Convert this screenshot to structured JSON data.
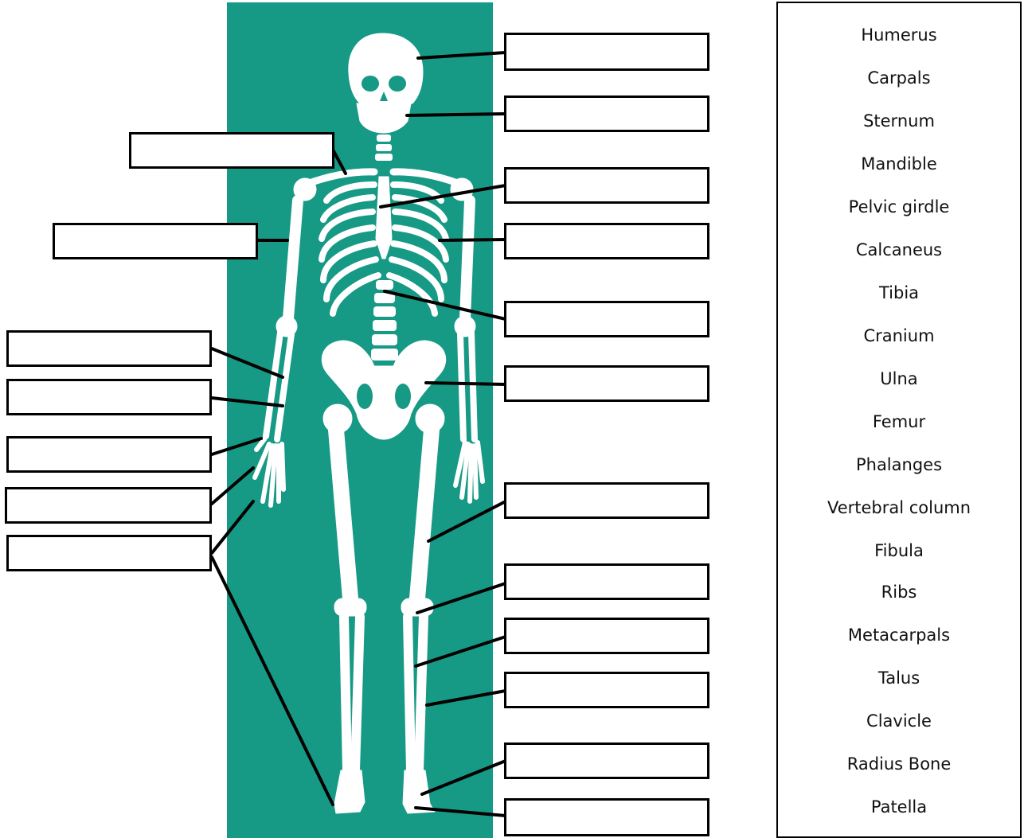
{
  "colors": {
    "panel": "#169985",
    "bone": "#ffffff",
    "line": "#000000"
  },
  "word_bank": {
    "items": [
      "Humerus",
      "Carpals",
      "Sternum",
      "Mandible",
      "Pelvic girdle",
      "Calcaneus",
      "Tibia",
      "Cranium",
      "Ulna",
      "Femur",
      "Phalanges",
      "Vertebral column",
      "Fibula",
      "Ribs",
      "Metacarpals",
      "Talus",
      "Clavicle",
      "Radius Bone",
      "Patella"
    ]
  },
  "answer_boxes": {
    "count": 19,
    "contents": "blank"
  }
}
